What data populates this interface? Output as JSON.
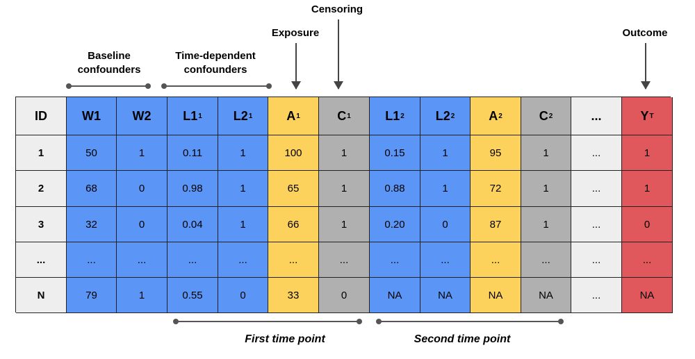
{
  "labels": {
    "censoring": "Censoring",
    "exposure": "Exposure",
    "outcome": "Outcome",
    "baseline_line1": "Baseline",
    "baseline_line2": "confounders",
    "timedep_line1": "Time-dependent",
    "timedep_line2": "confounders",
    "first_time_point": "First time point",
    "second_time_point": "Second time point"
  },
  "columns": [
    {
      "main": "ID",
      "sub": "",
      "color": "#eeeeee"
    },
    {
      "main": "W1",
      "sub": "",
      "color": "#5b95f5"
    },
    {
      "main": "W2",
      "sub": "",
      "color": "#5b95f5"
    },
    {
      "main": "L1",
      "sub": "1",
      "color": "#5b95f5"
    },
    {
      "main": "L2",
      "sub": "1",
      "color": "#5b95f5"
    },
    {
      "main": "A",
      "sub": "1",
      "color": "#fdd25c"
    },
    {
      "main": "C",
      "sub": "1",
      "color": "#b0b0b0"
    },
    {
      "main": "L1",
      "sub": "2",
      "color": "#5b95f5"
    },
    {
      "main": "L2",
      "sub": "2",
      "color": "#5b95f5"
    },
    {
      "main": "A",
      "sub": "2",
      "color": "#fdd25c"
    },
    {
      "main": "C",
      "sub": "2",
      "color": "#b0b0b0"
    },
    {
      "main": "...",
      "sub": "",
      "color": "#eeeeee"
    },
    {
      "main": "Y",
      "sub": "T",
      "color": "#e0585b"
    }
  ],
  "rows": [
    [
      "1",
      "50",
      "1",
      "0.11",
      "1",
      "100",
      "1",
      "0.15",
      "1",
      "95",
      "1",
      "...",
      "1"
    ],
    [
      "2",
      "68",
      "0",
      "0.98",
      "1",
      "65",
      "1",
      "0.88",
      "1",
      "72",
      "1",
      "...",
      "1"
    ],
    [
      "3",
      "32",
      "0",
      "0.04",
      "1",
      "66",
      "1",
      "0.20",
      "0",
      "87",
      "1",
      "...",
      "0"
    ],
    [
      "...",
      "...",
      "...",
      "...",
      "...",
      "...",
      "...",
      "...",
      "...",
      "...",
      "...",
      "...",
      "..."
    ],
    [
      "N",
      "79",
      "1",
      "0.55",
      "0",
      "33",
      "0",
      "NA",
      "NA",
      "NA",
      "NA",
      "...",
      "NA"
    ]
  ]
}
